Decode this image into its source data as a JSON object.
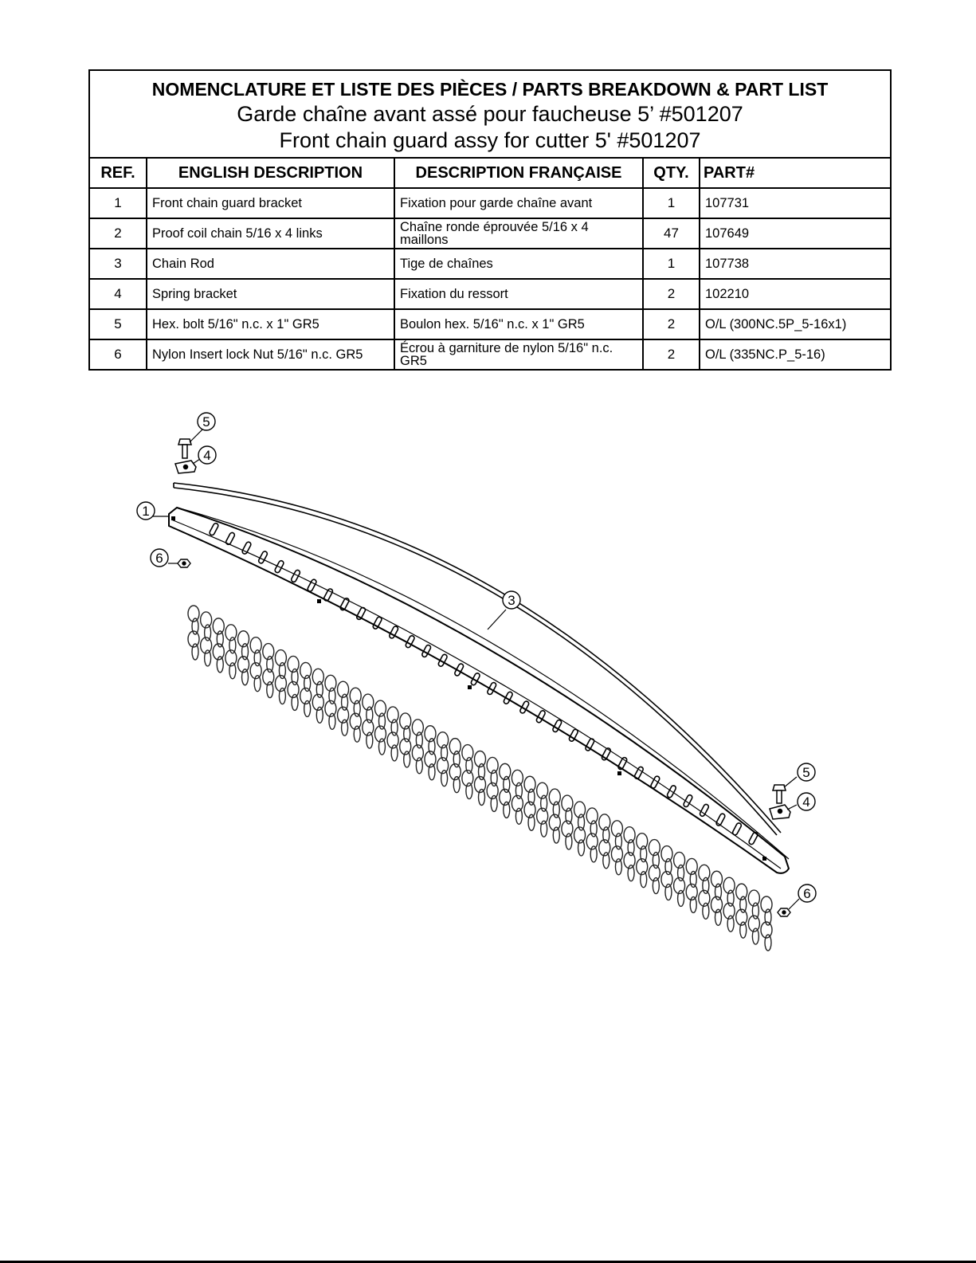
{
  "title": {
    "line1": "NOMENCLATURE ET LISTE DES PIÈCES / PARTS BREAKDOWN & PART LIST",
    "line2": "Garde chaîne avant assé pour faucheuse 5’ #501207",
    "line3": "Front chain guard assy for cutter 5' #501207"
  },
  "headers": {
    "ref": "REF.",
    "english": "ENGLISH DESCRIPTION",
    "french": "DESCRIPTION FRANÇAISE",
    "qty": "QTY.",
    "part": "PART#"
  },
  "rows": [
    {
      "ref": "1",
      "english": "Front chain guard bracket",
      "french": "Fixation pour garde chaîne avant",
      "qty": "1",
      "part": "107731"
    },
    {
      "ref": "2",
      "english": "Proof coil chain 5/16 x 4 links",
      "french": "Chaîne ronde éprouvée 5/16 x 4 maillons",
      "qty": "47",
      "part": "107649"
    },
    {
      "ref": "3",
      "english": "Chain Rod",
      "french": "Tige de chaînes",
      "qty": "1",
      "part": "107738"
    },
    {
      "ref": "4",
      "english": "Spring bracket",
      "french": "Fixation du ressort",
      "qty": "2",
      "part": "102210"
    },
    {
      "ref": "5",
      "english": "Hex. bolt 5/16\" n.c. x 1\" GR5",
      "french": "Boulon hex. 5/16\" n.c. x 1\" GR5",
      "qty": "2",
      "part": "O/L (300NC.5P_5-16x1)"
    },
    {
      "ref": "6",
      "english": "Nylon Insert lock Nut 5/16\" n.c. GR5",
      "french": "Écrou à garniture de nylon 5/16\" n.c. GR5",
      "qty": "2",
      "part": "O/L (335NC.P_5-16)"
    }
  ],
  "callouts": {
    "c5a": "5",
    "c4a": "4",
    "c1": "1",
    "c6a": "6",
    "c3": "3",
    "c5b": "5",
    "c4b": "4",
    "c6b": "6"
  }
}
